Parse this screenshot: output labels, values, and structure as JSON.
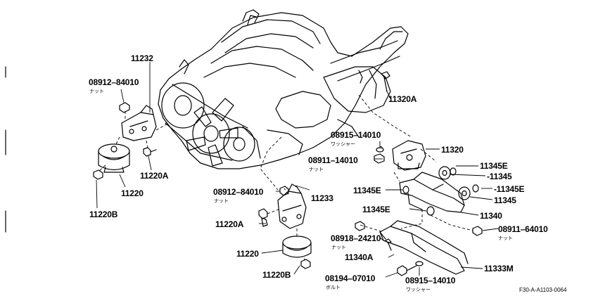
{
  "parts": {
    "p11232": "11232",
    "p08912_84010_a": "08912–84010",
    "p11220A_a": "11220A",
    "p11220": "11220",
    "p11220B": "11220B",
    "p11320A": "11320A",
    "p08915_14010_a": "08915–14010",
    "p08911_14010": "08911–14010",
    "p11320": "11320",
    "p11345E_a": "11345E",
    "p11345_a": "-11345",
    "p11345E_b": "11345E",
    "p11345E_c": "-11345E",
    "p11345_b": "11345",
    "p11345E_d": "11345E",
    "p11340": "11340",
    "p08912_84010_b": "08912–84010",
    "p11233": "11233",
    "p11220A_b": "11220A",
    "p11220_b": "11220",
    "p11220B_b": "11220B",
    "p08918_24210": "08918–24210",
    "p11340A": "11340A",
    "p08911_64010": "08911–64010",
    "p11333M": "11333M",
    "p08194_07010": "08194–07010",
    "p08915_14010_b": "08915–14010"
  },
  "subs": {
    "nut": "ナット",
    "washer": "ワッシャー",
    "bolt": "ボルト"
  },
  "ref_code": "F30-A-A1103-0064"
}
